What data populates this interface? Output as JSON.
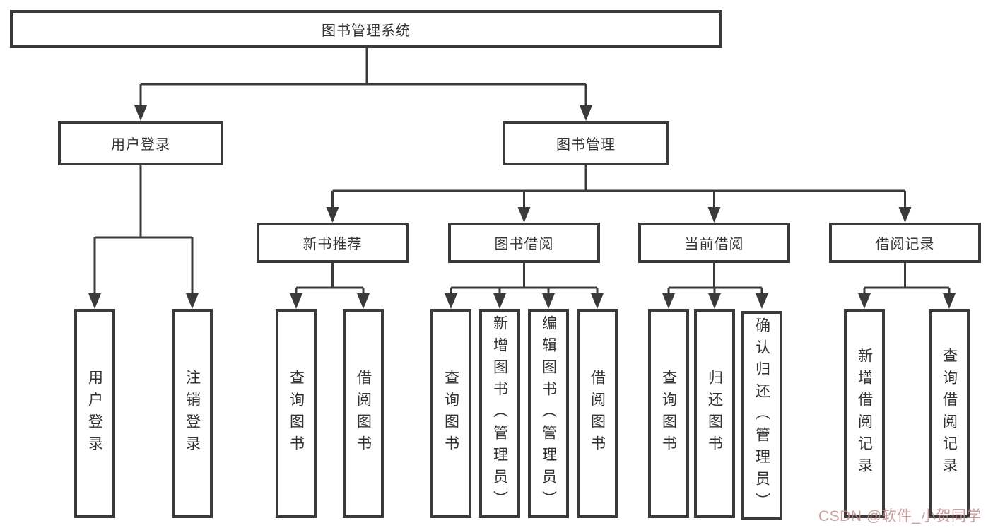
{
  "diagram": {
    "root": {
      "label": "图书管理系统"
    },
    "level2": [
      {
        "label": "用户登录"
      },
      {
        "label": "图书管理"
      }
    ],
    "level3": [
      {
        "label": "新书推荐"
      },
      {
        "label": "图书借阅"
      },
      {
        "label": "当前借阅"
      },
      {
        "label": "借阅记录"
      }
    ],
    "leaves": {
      "user": [
        "用户登录",
        "注销登录"
      ],
      "newbook": [
        "查询图书",
        "借阅图书"
      ],
      "borrow": [
        "查询图书",
        "新增图书（管理员）",
        "编辑图书（管理员）",
        "借阅图书"
      ],
      "current": [
        "查询图书",
        "归还图书",
        "确认归还（管理员）"
      ],
      "records": [
        "新增借阅记录",
        "查询借阅记录"
      ]
    }
  },
  "watermark": {
    "text": "CSDN @软件_小贺同学",
    "color": "#c48d8d"
  },
  "colors": {
    "line": "#3a3a3a",
    "box_border": "#3a3a3a",
    "box_fill": "#ffffff",
    "text": "#333333",
    "background": "#ffffff"
  }
}
